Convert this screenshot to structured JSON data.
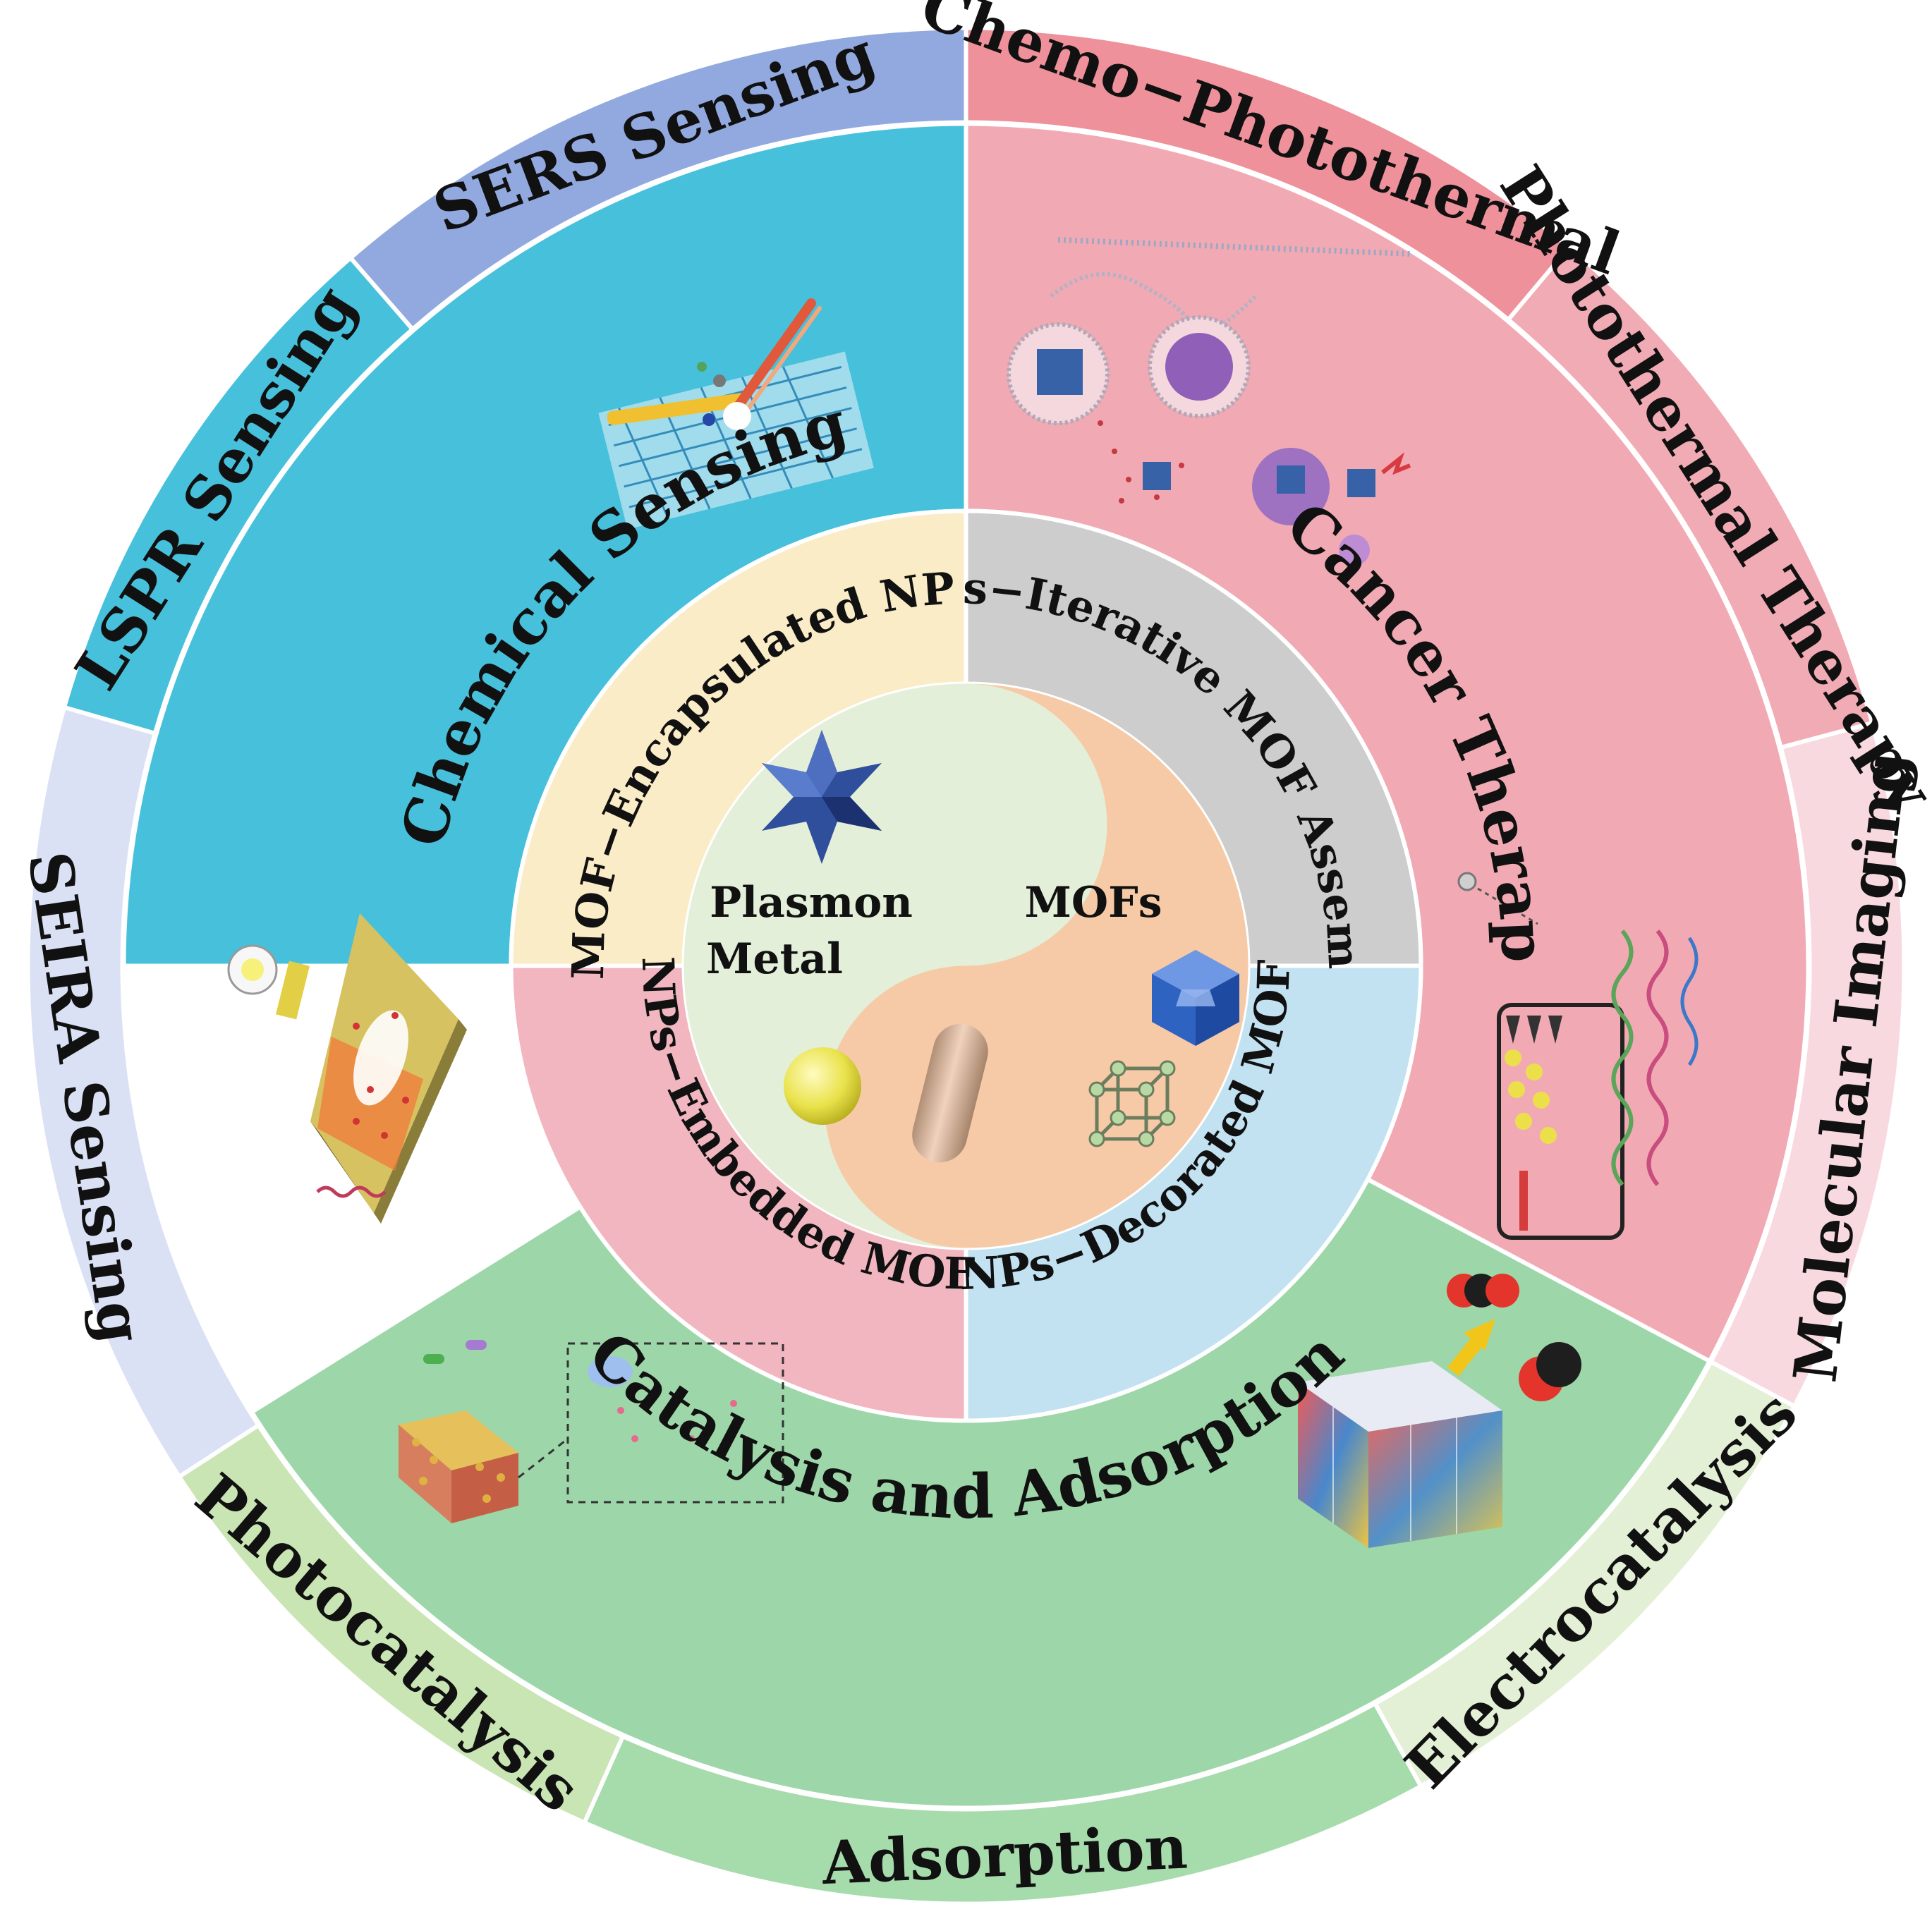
{
  "center": {
    "left_label_line1": "Plasmon",
    "left_label_line2": "Metal",
    "right_label": "MOFs"
  },
  "inner_ring": [
    {
      "label": "MOF−Encapsulated NPs",
      "color": "#fbecc8"
    },
    {
      "label": "NPs−Iterative MOF Assembly",
      "color": "#cdcdcd"
    },
    {
      "label": "NPs−Decorated MOF",
      "color": "#c2e2f2"
    },
    {
      "label": "NPs−Embedded MOF",
      "color": "#f1b6c0"
    }
  ],
  "middle_ring": [
    {
      "label": "Chemical Sensing",
      "color": "#47c0db"
    },
    {
      "label": "Cancer Therapy",
      "color": "#f1aab3"
    },
    {
      "label": "Catalysis and Adsorption",
      "color": "#9dd6a8"
    }
  ],
  "outer_ring": [
    {
      "label": "SERS Sensing",
      "color": "#92a9e0"
    },
    {
      "label": "Chemo−Photothermal",
      "color": "#ee919b"
    },
    {
      "label": "Photothermal Therapy",
      "color": "#f1abb4"
    },
    {
      "label": "Molecular Imaging",
      "color": "#f8d9df"
    },
    {
      "label": "Electrocatalysis",
      "color": "#e3f0d6"
    },
    {
      "label": "Adsorption",
      "color": "#a6dbac"
    },
    {
      "label": "Photocatalysis",
      "color": "#c9e5b4"
    },
    {
      "label": "SEIRA Sensing",
      "color": "#dbe1f4"
    },
    {
      "label": "LSPR Sensing",
      "color": "#47c0db"
    }
  ],
  "core_colors": {
    "metal_half": "#e3efd8",
    "mof_half": "#f6caa6"
  },
  "icons": [
    "star-particle-icon",
    "sphere-nanoparticle-icon",
    "nanorod-icon",
    "octahedron-mof-icon",
    "cubic-lattice-icon",
    "sers-probe-illustration",
    "seira-substrate-illustration",
    "endocytosis-illustration",
    "phototherapy-illustration",
    "photocatalysis-illustration",
    "co2-adsorption-cube-illustration"
  ]
}
